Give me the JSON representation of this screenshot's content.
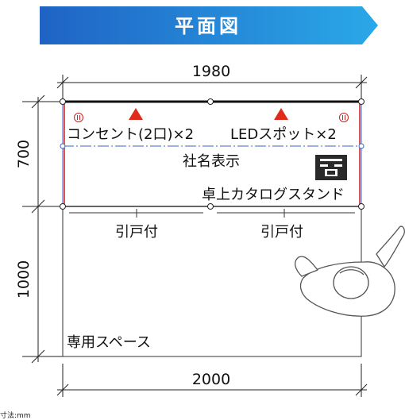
{
  "title": "平面図",
  "dimensions": {
    "top_width": "1980",
    "bottom_width": "2000",
    "counter_depth": "700",
    "space_depth": "1000"
  },
  "labels": {
    "outlet": "コンセント(2口)×2",
    "spotlight": "LEDスポット×2",
    "company_name": "社名表示",
    "catalog_stand": "卓上カタログスタンド",
    "sliding_door_left": "引戸付",
    "sliding_door_right": "引戸付",
    "dedicated_space": "専用スペース"
  },
  "unit_note": "寸法:mm",
  "colors": {
    "banner_start": "#1f63c4",
    "banner_end": "#2aa8e8",
    "spot_marker": "#e02a1c",
    "outlet_marker": "#d02020",
    "counter_line": "#111111",
    "center_line": "#3a66c8"
  },
  "icons": {
    "outlet": "outlet-icon",
    "spotlight": "spotlight-triangle-icon",
    "catalog_stand": "catalog-stand-icon",
    "person": "person-top-view-icon"
  }
}
